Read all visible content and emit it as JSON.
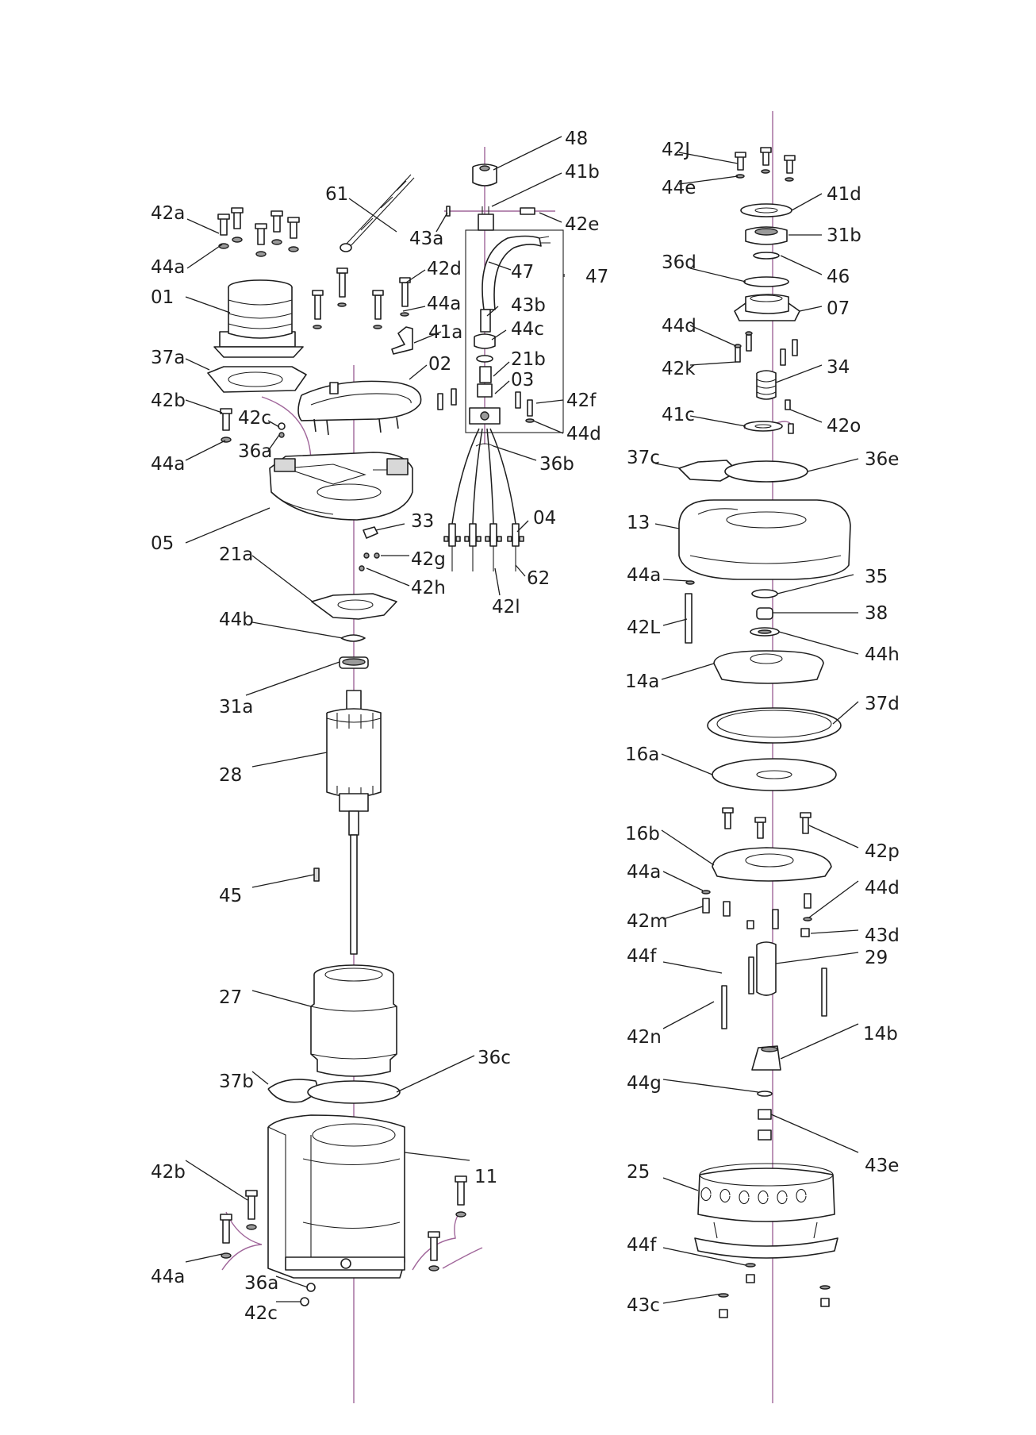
{
  "labels": {
    "l48": "48",
    "l41b": "41b",
    "l42e_top": "42e",
    "l43a": "43a",
    "l61": "61",
    "l42a": "42a",
    "l44a_1": "44a",
    "l42d": "42d",
    "l44a_2": "44a",
    "l01": "01",
    "l47_a": "47",
    "l47_b": "47",
    "l41a": "41a",
    "l43b": "43b",
    "l44c": "44c",
    "l37a": "37a",
    "l02": "02",
    "l21b": "21b",
    "l03": "03",
    "l42b_1": "42b",
    "l42c_1": "42c",
    "l42f": "42f",
    "l36a_1": "36a",
    "l44d_1": "44d",
    "l44a_3": "44a",
    "l36b": "36b",
    "l33": "33",
    "l04": "04",
    "l05": "05",
    "l21a": "21a",
    "l42g": "42g",
    "l42h": "42h",
    "l62": "62",
    "l42l_small": "42l",
    "l44b": "44b",
    "l31a": "31a",
    "l28": "28",
    "l45": "45",
    "l27": "27",
    "l36c": "36c",
    "l37b": "37b",
    "l11": "11",
    "l42b_2": "42b",
    "l44a_4": "44a",
    "l36a_2": "36a",
    "l42c_2": "42c",
    "l42J": "42J",
    "l44e": "44e",
    "l41d": "41d",
    "l31b": "31b",
    "l36d": "36d",
    "l46": "46",
    "l44d_2": "44d",
    "l07": "07",
    "l42k": "42k",
    "l34": "34",
    "l41c": "41c",
    "l42o": "42o",
    "l37c": "37c",
    "l36e": "36e",
    "l13": "13",
    "l44a_5": "44a",
    "l35": "35",
    "l38": "38",
    "l42L": "42L",
    "l44h": "44h",
    "l14a": "14a",
    "l37d": "37d",
    "l16a": "16a",
    "l16b": "16b",
    "l42p": "42p",
    "l44a_6": "44a",
    "l44d_3": "44d",
    "l42m": "42m",
    "l43d": "43d",
    "l29": "29",
    "l44f_1": "44f",
    "l42n": "42n",
    "l14b": "14b",
    "l44g": "44g",
    "l43e": "43e",
    "l25": "25",
    "l44f_2": "44f",
    "l43c": "43c"
  },
  "colors": {
    "axis": "#a0669a",
    "line": "#1e1e1e",
    "background": "#ffffff"
  }
}
